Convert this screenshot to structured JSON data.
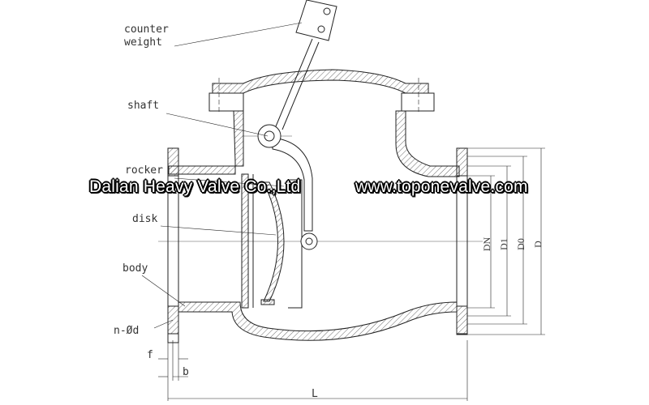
{
  "labels": {
    "counter_weight_1": "counter",
    "counter_weight_2": "weight",
    "shaft": "shaft",
    "rocker": "rocker",
    "disk": "disk",
    "body": "body",
    "n_od": "n-Ød",
    "f": "f",
    "b": "b",
    "L": "L"
  },
  "dimensions": {
    "DN": "DN",
    "D1": "D1",
    "D0": "D0",
    "D": "D"
  },
  "watermark": {
    "company": "Dalian Heavy Valve Co.,Ltd",
    "website": "www.toponevalve.com"
  }
}
